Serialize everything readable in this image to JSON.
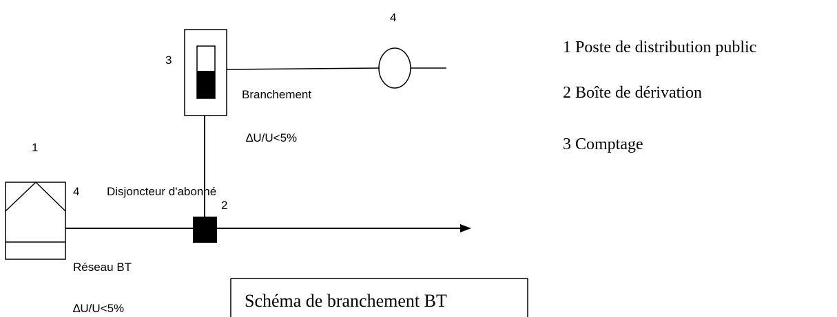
{
  "diagram": {
    "labels": {
      "n1": "1",
      "n2": "2",
      "n3": "3",
      "n4_top": "4",
      "n4_left": "4",
      "disjoncteur": "Disjoncteur d'abonné",
      "branchement": "Branchement",
      "du_top": "∆U/U<5%",
      "reseau": "Réseau BT",
      "du_bottom": "∆U/U<5%"
    },
    "legend": [
      "1 Poste de distribution public",
      "2 Boîte de dérivation",
      "3 Comptage"
    ],
    "caption": "Schéma de branchement BT"
  }
}
